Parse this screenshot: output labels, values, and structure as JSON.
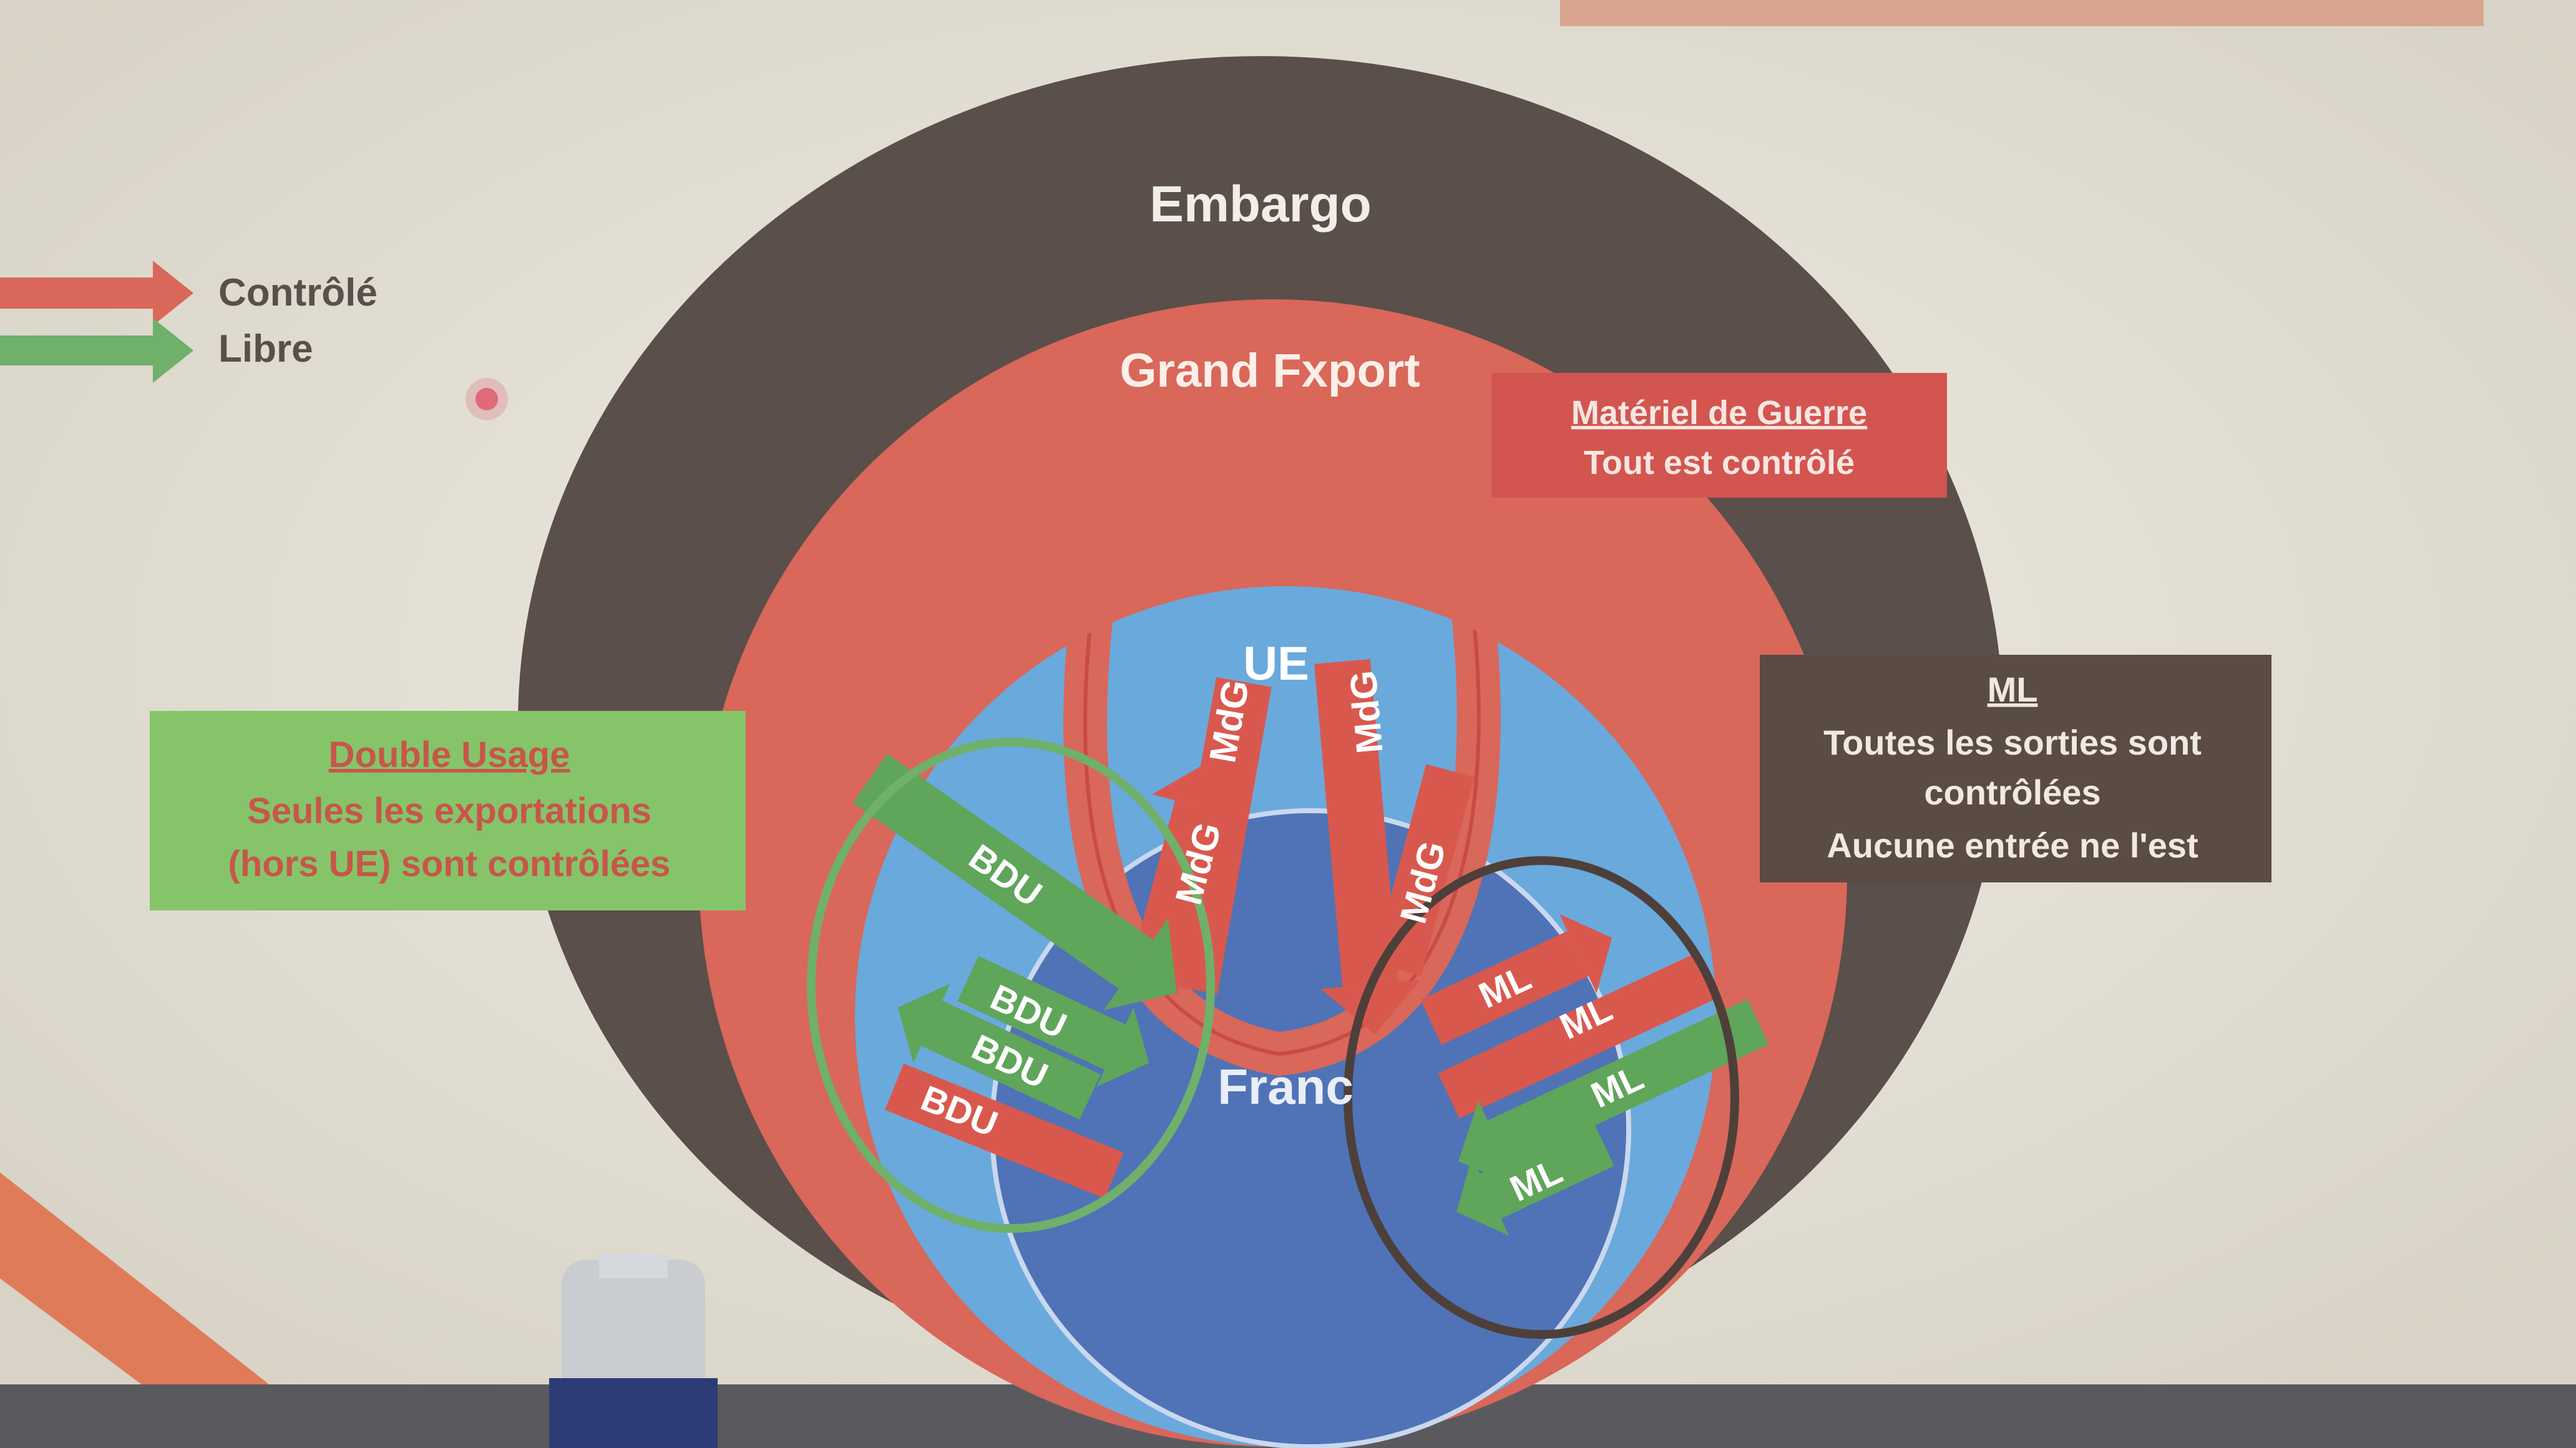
{
  "legend": {
    "controlled": "Contrôlé",
    "free": "Libre"
  },
  "zones": {
    "embargo": "Embargo",
    "grand_export": "Grand Fxport",
    "ue": "UE",
    "france": "Franc"
  },
  "boxes": {
    "war_material": {
      "title": "Matériel de Guerre",
      "line1": "Tout est contrôlé"
    },
    "dual_use": {
      "title": "Double Usage",
      "line1": "Seules les exportations",
      "line2": "(hors UE) sont contrôlées"
    },
    "ml": {
      "title": "ML",
      "line1": "Toutes les sorties sont",
      "line2": "contrôlées",
      "line3": "Aucune entrée ne l'est"
    }
  },
  "arrows": {
    "mdg": [
      "MdG",
      "MdG",
      "MdG",
      "MdG"
    ],
    "bdu": [
      "BDU",
      "BDU",
      "BDU",
      "BDU"
    ],
    "ml": [
      "ML",
      "ML",
      "ML",
      "ML"
    ]
  },
  "colors": {
    "embargo": "#5a4f4a",
    "grand_export": "#d9675a",
    "ue": "#6aa9dc",
    "france": "#4f73b6",
    "controlled": "#d2584d",
    "free": "#5fa55a",
    "dual_use_box": "#86c46a",
    "ml_box": "#5a4b44"
  }
}
